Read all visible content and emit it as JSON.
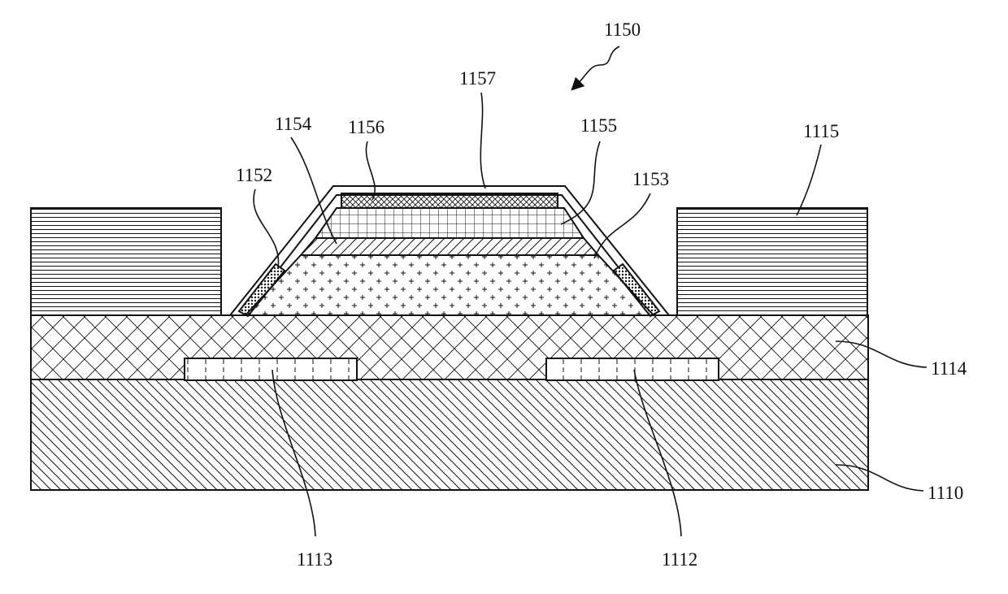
{
  "labels": {
    "l1150": "1150",
    "l1157": "1157",
    "l1154": "1154",
    "l1156": "1156",
    "l1155": "1155",
    "l1115": "1115",
    "l1152": "1152",
    "l1153": "1153",
    "l1114": "1114",
    "l1110": "1110",
    "l1113": "1113",
    "l1112": "1112"
  },
  "colors": {
    "ink": "#111111",
    "paper": "#ffffff"
  }
}
